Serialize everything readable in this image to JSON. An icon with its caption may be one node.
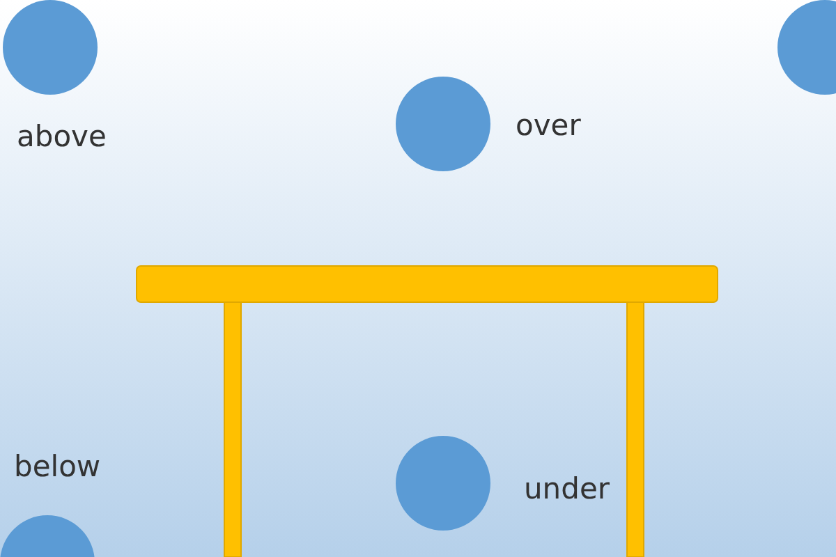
{
  "diagram": {
    "labels": [
      "above",
      "over",
      "below",
      "under"
    ]
  }
}
